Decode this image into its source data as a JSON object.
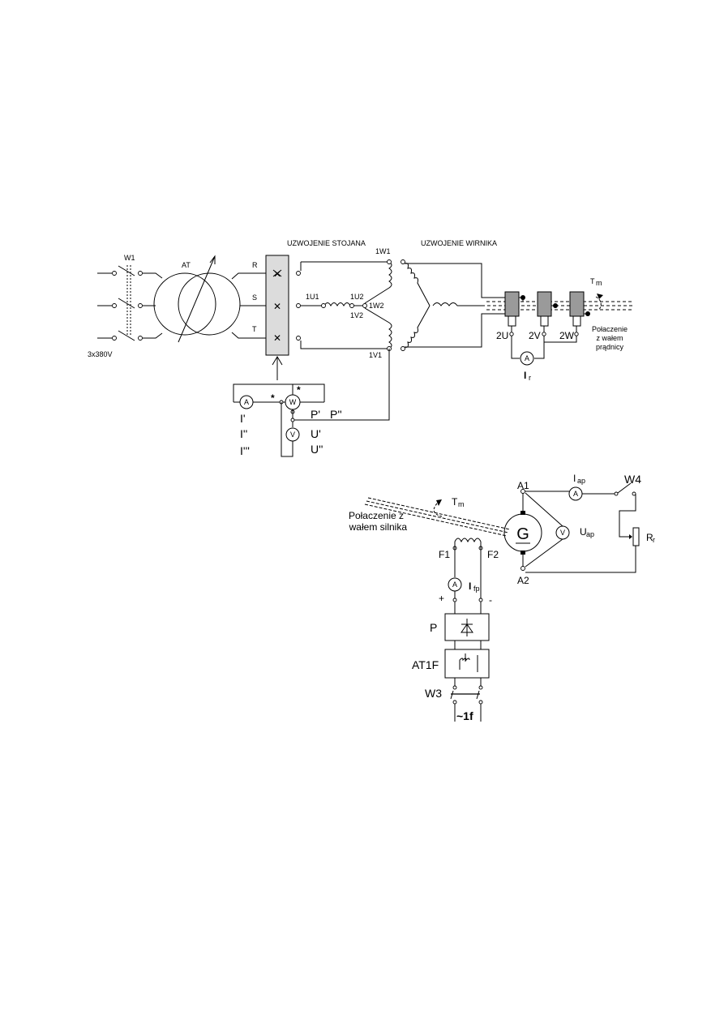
{
  "three_phase": {
    "supply": "3x380V",
    "switch_main": "W1",
    "autotransformer": "AT",
    "phases": [
      "R",
      "S",
      "T"
    ]
  },
  "stator": {
    "title": "UZWOJENIE STOJANA",
    "terminals": [
      "1U1",
      "1U2",
      "1W2",
      "1V2",
      "1W1",
      "1V1"
    ]
  },
  "rotor": {
    "title": "UZWOJENIE WIRNIKA",
    "slip_rings": [
      "2U",
      "2V",
      "2W"
    ],
    "current": "I",
    "current_sub": "r",
    "torque": "T",
    "torque_sub": "m",
    "coupling_note_1": "Połaczenie",
    "coupling_note_2": "z wałem",
    "coupling_note_3": "prądnicy"
  },
  "measurement": {
    "ammeter": "A",
    "wattmeter": "W",
    "voltmeter": "V",
    "star": "*",
    "currents": [
      "I'",
      "I''",
      "I'''"
    ],
    "powers": [
      "P'",
      "P''"
    ],
    "voltages": [
      "U'",
      "U''"
    ]
  },
  "generator": {
    "machine": "G",
    "terminal_top": "A1",
    "terminal_bottom": "A2",
    "field_left": "F1",
    "field_right": "F2",
    "armature_current": "I",
    "armature_current_sub": "ap",
    "armature_voltage": "U",
    "armature_voltage_sub": "ap",
    "field_current": "I",
    "field_current_sub": "fp",
    "switch_load": "W4",
    "resistor": "R",
    "resistor_sub": "r",
    "torque": "T",
    "torque_sub": "m",
    "coupling_note_1": "Połaczenie z",
    "coupling_note_2": "wałem silnika",
    "plus": "+",
    "minus": "-",
    "rectifier": "P",
    "autotransformer_1f": "AT1F",
    "switch_supply": "W3",
    "supply_1f": "~1f"
  }
}
